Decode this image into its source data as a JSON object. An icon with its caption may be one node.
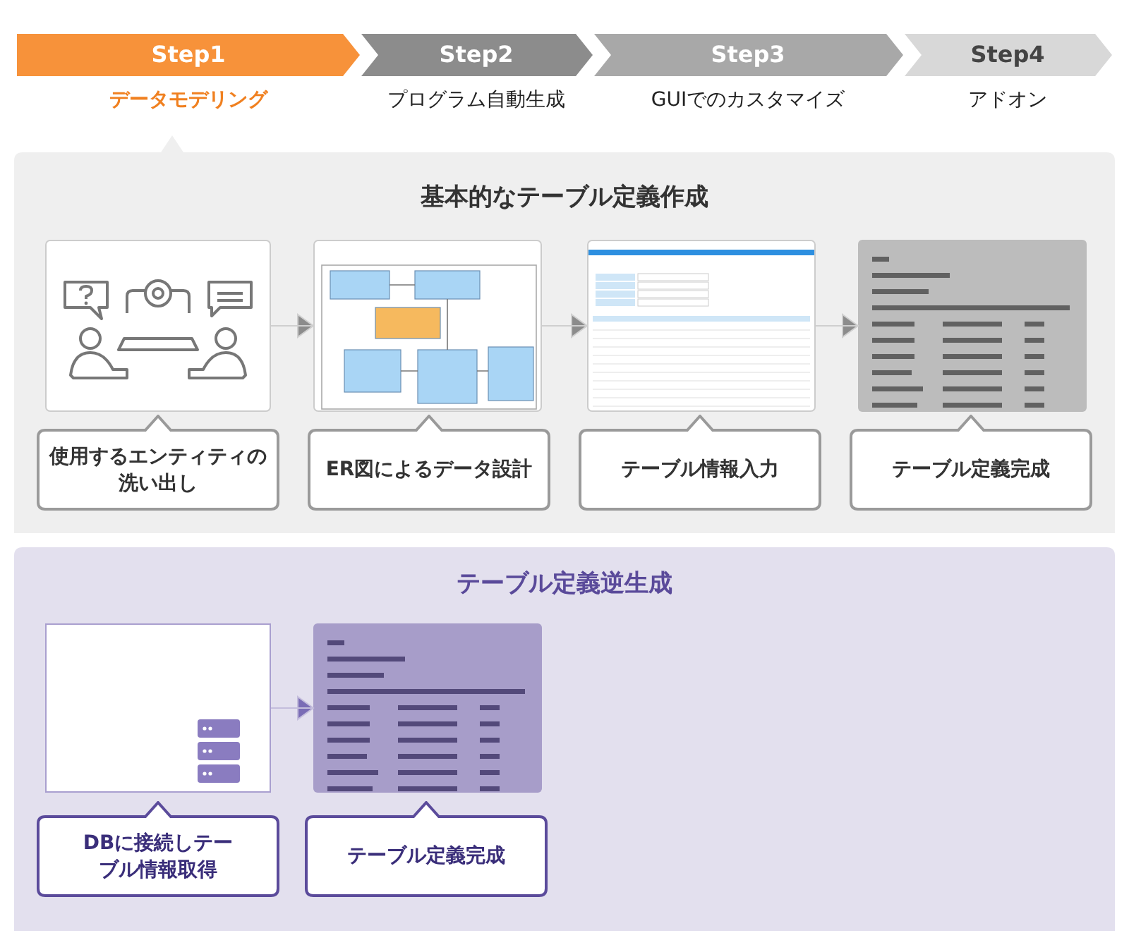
{
  "diagram": {
    "nodes": [
      {
        "text": [
          "Step1",
          "データモデリング"
        ]
      },
      {
        "text": [
          "Step2",
          "プログラム自動生成"
        ]
      },
      {
        "text": [
          "Step3",
          "GUIでのカスタマイズ"
        ]
      },
      {
        "text": [
          "Step4",
          "アドオン"
        ]
      },
      {
        "text": [
          "基本的なテーブル定義作成"
        ]
      },
      {
        "text": [],
        "shape": "picture",
        "in": 4
      },
      {
        "text": [],
        "shape": "picture",
        "in": 4
      },
      {
        "text": [],
        "shape": "picture",
        "in": 4
      },
      {
        "text": [],
        "shape": "picture",
        "in": 4
      },
      {
        "text": [
          "使用するエンティティの洗い出し"
        ],
        "in": 4
      },
      {
        "text": [
          "ER図によるデータ設計"
        ],
        "in": 4
      },
      {
        "text": [
          "テーブル情報入力"
        ],
        "in": 4
      },
      {
        "text": [
          "テーブル定義完成"
        ],
        "in": 4
      },
      {
        "text": [
          "テーブル定義逆生成"
        ]
      },
      {
        "text": [],
        "shape": "box",
        "in": 13
      },
      {
        "text": [],
        "shape": "picture",
        "in": 13
      },
      {
        "text": [
          "DBに接続しテーブル情報取得"
        ],
        "in": 13
      },
      {
        "text": [
          "テーブル定義完成"
        ],
        "in": 13
      }
    ],
    "edges": [
      {
        "from": 5,
        "to": 6,
        "arrow": "to"
      },
      {
        "from": 6,
        "to": 7,
        "arrow": "to"
      },
      {
        "from": 7,
        "to": 8,
        "arrow": "to"
      },
      {
        "from": 14,
        "to": 15,
        "arrow": "to"
      }
    ]
  }
}
